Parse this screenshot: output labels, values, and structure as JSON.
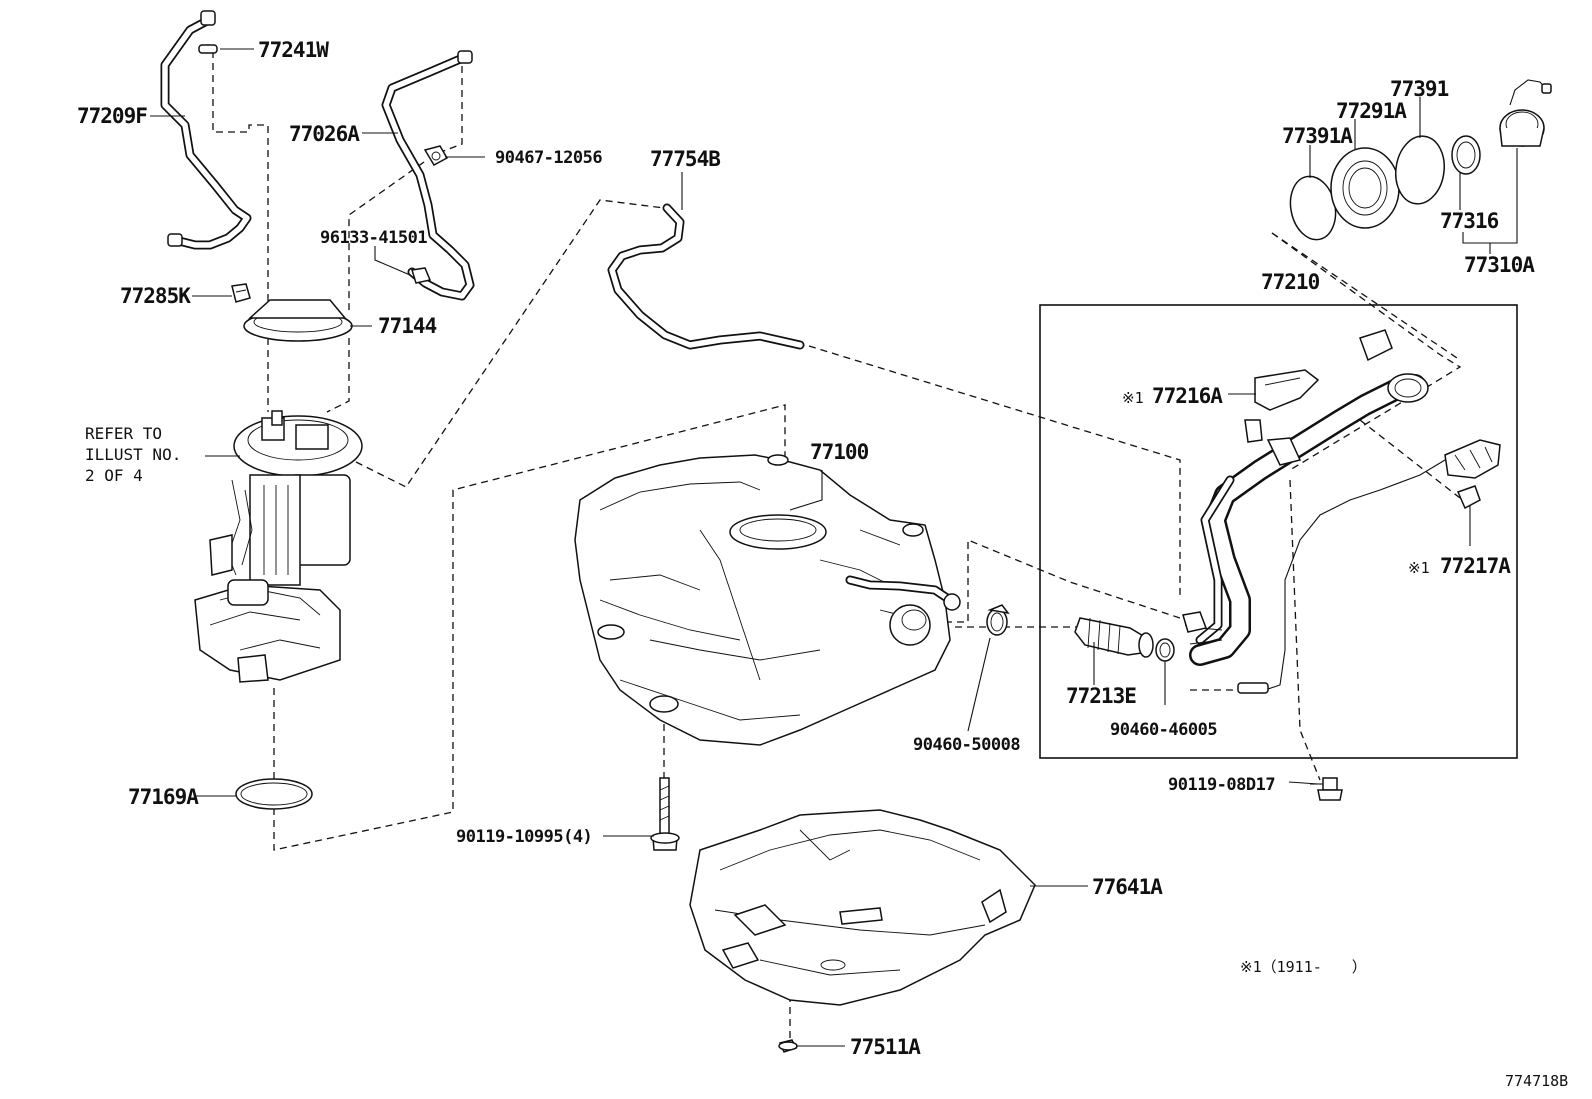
{
  "diagram_id": "774718B",
  "note": "※1（1911-　　）",
  "refer_note": [
    "REFER TO",
    "ILLUST NO.",
    "2 OF 4"
  ],
  "parts": {
    "p77241W": "77241W",
    "p77209F": "77209F",
    "p77026A": "77026A",
    "p90467": "90467-12056",
    "p77754B": "77754B",
    "p96133": "96133-41501",
    "p77285K": "77285K",
    "p77144": "77144",
    "p77100": "77100",
    "p77169A": "77169A",
    "p90119_10995": "90119-10995(4)",
    "p77641A": "77641A",
    "p77511A": "77511A",
    "p90460_50008": "90460-50008",
    "p77213E": "77213E",
    "p90460_46005": "90460-46005",
    "p90119_08D17": "90119-08D17",
    "p77210": "77210",
    "p77216A": "77216A",
    "p77217A": "77217A",
    "p77391A": "77391A",
    "p77291A": "77291A",
    "p77391": "77391",
    "p77316": "77316",
    "p77310A": "77310A"
  },
  "marks": {
    "m77216A": "※1",
    "m77217A": "※1"
  }
}
